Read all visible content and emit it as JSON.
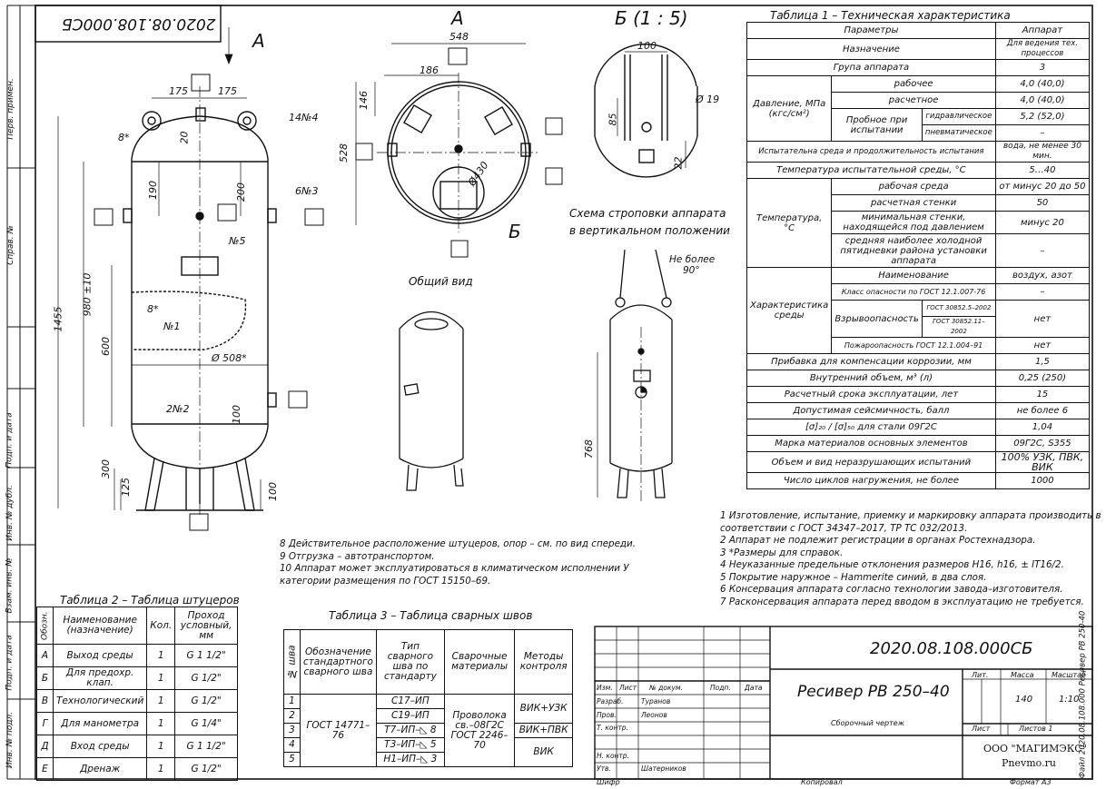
{
  "drawing_code": "2020.08.108.000СБ",
  "view_labels": {
    "a": "А",
    "b_scale": "Б (1 : 5)",
    "b": "Б"
  },
  "side_stamp": {
    "perv_primen": "Перв. примен.",
    "sprav": "Справ. №",
    "podp_data": "Подп. и дата",
    "inv_dubl": "Инв. № дубл.",
    "vzam_inv": "Взам. инв. №",
    "inv_podl": "Инв. № подл."
  },
  "right_edge": "Файл 2020.08.108.000 Ресивер РВ 250-40",
  "views": {
    "obshiy_vid": "Общий вид",
    "schema": [
      "Схема строповки аппарата",
      "в вертикальном положении"
    ],
    "ne_bolee": "Не более",
    "angle": "90°"
  },
  "dims": {
    "d548": "548",
    "d186": "186",
    "d146": "146",
    "d528": "528",
    "d430": "Ø430",
    "d175a": "175",
    "d175b": "175",
    "d20a": "20",
    "d190": "190",
    "d200": "200",
    "d1455": "1455",
    "d980": "980 ±10",
    "d600": "600",
    "d508": "Ø 508*",
    "d100": "100",
    "d300": "300",
    "d125": "125",
    "d100b": "100",
    "d768": "768",
    "d100c": "100",
    "d19": "Ø 19",
    "d85": "85",
    "d22": "22",
    "d8a": "8*",
    "d8b": "8*",
    "n14": "14№4",
    "n6": "6№3",
    "n5": "№5",
    "n1": "№1",
    "n2": "2№2"
  },
  "table1": {
    "title": "Таблица 1 – Техническая характеристика",
    "head": [
      "Параметры",
      "Аппарат"
    ],
    "rows": {
      "naznach": [
        "Назначение",
        "Для ведения тех. процессов"
      ],
      "grupa": [
        "Група аппарата",
        "3"
      ],
      "davl": "Давление, МПа (кгс/см²)",
      "rab": [
        "рабочее",
        "4,0 (40,0)"
      ],
      "rasch": [
        "расчетное",
        "4,0 (40,0)"
      ],
      "prob": "Пробное при испытании",
      "gidr": [
        "гидравлическое",
        "5,2 (52,0)"
      ],
      "pnevm": [
        "пневматическое",
        "–"
      ],
      "isp_sreda": [
        "Испытательна среда и продолжительность испытания",
        "вода, не менее 30 мин."
      ],
      "temp_isp": [
        "Температура испытательной среды, °С",
        "5…40"
      ],
      "temp": "Температура, °С",
      "t_rab": [
        "рабочая среда",
        "от минус 20 до 50"
      ],
      "t_rasch": [
        "расчетная стенки",
        "50"
      ],
      "t_min": [
        "минимальная стенки, находящейся под давлением",
        "минус 20"
      ],
      "t_sred": [
        "средняя наиболее холодной пятидневки района установки аппарата",
        "–"
      ],
      "har": "Характеристика среды",
      "naim": [
        "Наименование",
        "воздух, азот"
      ],
      "klass": [
        "Класс опасности по ГОСТ 12.1.007-76",
        "–"
      ],
      "vzryv": "Взрывоопасность",
      "gost1": "ГОСТ 30852.5–2002",
      "gost2": "ГОСТ 30852.11–2002",
      "vzryv_val": "нет",
      "pozh": [
        "Пожароопасность ГОСТ 12.1.004–91",
        "нет"
      ],
      "pribavka": [
        "Прибавка для компенсации коррозии, мм",
        "1,5"
      ],
      "obem": [
        "Внутренний объем, м³ (л)",
        "0,25 (250)"
      ],
      "srok": [
        "Расчетный срока эксплуатации, лет",
        "15"
      ],
      "seism": [
        "Допустимая сейсмичность, балл",
        "не более 6"
      ],
      "sigma": [
        "[σ]₂₀ / [σ]₅₀ для стали 09Г2С",
        "1,04"
      ],
      "marka": [
        "Марка материалов основных элементов",
        "09Г2С, S355"
      ],
      "nk": [
        "Объем и вид неразрушающих испытаний",
        "100% УЗК, ПВК, ВИК"
      ],
      "cikl": [
        "Число циклов нагружения, не более",
        "1000"
      ]
    }
  },
  "table2": {
    "title": "Таблица 2 – Таблица штуцеров",
    "head": [
      "Обозн.",
      "Наименование (назначение)",
      "Кол.",
      "Проход условный, мм"
    ],
    "rows": [
      [
        "А",
        "Выход среды",
        "1",
        "G 1 1/2\""
      ],
      [
        "Б",
        "Для предохр. клап.",
        "1",
        "G 1/2\""
      ],
      [
        "В",
        "Технологический",
        "1",
        "G 1/2\""
      ],
      [
        "Г",
        "Для манометра",
        "1",
        "G 1/4\""
      ],
      [
        "Д",
        "Вход среды",
        "1",
        "G 1 1/2\""
      ],
      [
        "Е",
        "Дренаж",
        "1",
        "G 1/2\""
      ]
    ]
  },
  "table3": {
    "title": "Таблица 3 – Таблица сварных швов",
    "head": [
      "№ шва",
      "Обозначение стандартного сварного шва",
      "Тип сварного шва по стандарту",
      "Сварочные материалы",
      "Методы контроля"
    ],
    "nums": [
      "1",
      "2",
      "3",
      "4",
      "5"
    ],
    "gost": "ГОСТ 14771–76",
    "types": [
      "С17–ИП",
      "С19–ИП",
      "Т7–ИП–◺ 8",
      "Т3–ИП–◺ 5",
      "Н1–ИП–◺ 3"
    ],
    "mat": "Проволока св.–08Г2С ГОСТ 2246–70",
    "ctrl": [
      "ВИК+УЗК",
      "ВИК+ПВК",
      "ВИК"
    ]
  },
  "notes_left": [
    "8  Действительное расположение штуцеров, опор – см. по вид спереди.",
    "9  Отгрузка – автотранспортом.",
    "10 Аппарат может эксплуатироваться в климатическом исполнении У",
    "    категории размещения по ГОСТ 15150–69."
  ],
  "notes_right": [
    "1   Изготовление, испытание, приемку и маркировку аппарата производить в",
    "     соответствии с ГОСТ 34347–2017, ТР ТС 032/2013.",
    "2   Аппарат не подлежит регистрации в органах Ростехнадзора.",
    "3   *Размеры для справок.",
    "4   Неуказанные предельные отклонения размеров Н16, h16, ± IT16/2.",
    "5   Покрытие наружное – Hammerite синий, в два слоя.",
    "6   Консервация аппарата согласно технологии завода–изготовителя.",
    "7   Расконсервация аппарата перед вводом в эксплуатацию не требуется."
  ],
  "title_block": {
    "code": "2020.08.108.000СБ",
    "name": "Ресивер РВ 250–40",
    "doc": "Сборочный чертеж",
    "lit": "Лит.",
    "massa": "Масса",
    "masshtab": "Масштаб",
    "massa_val": "140",
    "masshtab_val": "1:10",
    "list": "Лист",
    "listov": "Листов 1",
    "org1": "ООО \"МАГИМЭКС\"",
    "org2": "Pnevmo.ru",
    "izm": [
      "Изм.",
      "Лист",
      "№ докум.",
      "Подп.",
      "Дата"
    ],
    "razrab": "Разраб.",
    "razrab_n": "Туранов",
    "prov": "Пров.",
    "prov_n": "Леонов",
    "tkontr": "Т. контр.",
    "nkontr": "Н. контр.",
    "utv": "Утв.",
    "utv_n": "Шатерников",
    "shifr": "Шифр",
    "kopir": "Копировал",
    "format": "Формат А3"
  }
}
